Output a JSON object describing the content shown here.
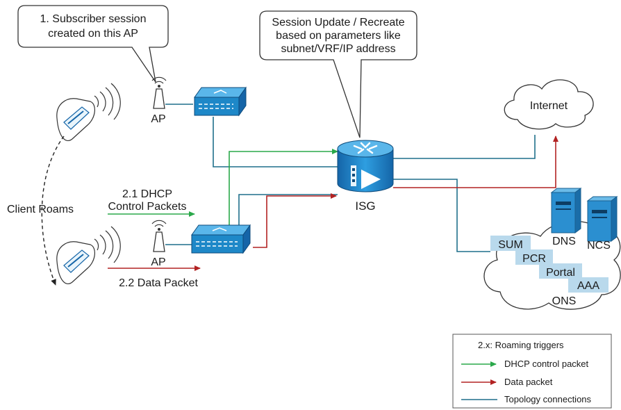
{
  "callouts": {
    "session_line1": "1. Subscriber session",
    "session_line2": "created on this AP",
    "update_line1": "Session Update / Recreate",
    "update_line2": "based on parameters like",
    "update_line3": "subnet/VRF/IP address"
  },
  "labels": {
    "ap_top": "AP",
    "ap_bottom": "AP",
    "internet": "Internet",
    "isg": "ISG",
    "client_roams": "Client Roams",
    "dhcp_line1": "2.1 DHCP",
    "dhcp_line2": "Control Packets",
    "data_packet": "2.2 Data Packet",
    "dns": "DNS",
    "ncs": "NCS",
    "sum": "SUM",
    "pcr": "PCR",
    "portal": "Portal",
    "aaa": "AAA",
    "ons": "ONS"
  },
  "legend": {
    "title": "2.x:  Roaming triggers",
    "dhcp": "DHCP control packet",
    "data": "Data packet",
    "topology": "Topology connections"
  },
  "colors": {
    "topology": "#1f6f8b",
    "dhcp": "#2aa84a",
    "data": "#b22222",
    "device": "#1e88c8",
    "server_box": "#b9d9ec"
  }
}
